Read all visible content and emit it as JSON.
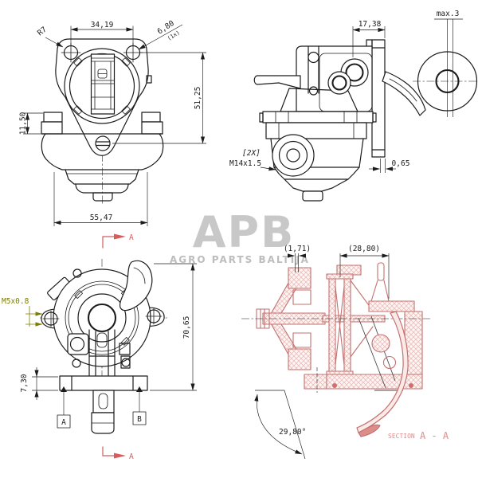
{
  "watermark": {
    "logo": "APB",
    "subtitle": "AGRO PARTS BALTIJA"
  },
  "front_view": {
    "dim_hole_spacing": "34,19",
    "dim_corner_radius": "R7",
    "dim_hole_diameter": "6,80",
    "dim_hole_qty": "(1x)",
    "dim_height": "51,25",
    "dim_ear_height": "11,50",
    "dim_body_width": "55,47"
  },
  "side_view": {
    "dim_depth": "17,38",
    "dim_max_stroke": "max.3",
    "dim_plate_gap": "0,65",
    "thread_qty": "[2X]",
    "thread_spec": "M14x1.5"
  },
  "top_view": {
    "thread_spec": "M5x0.8",
    "dim_height": "70,65",
    "dim_flange_thickness": "7,30",
    "section_arrow_label": "A",
    "datum_a": "A",
    "datum_b": "B"
  },
  "section_view": {
    "dim_ref_1": "(1,71)",
    "dim_ref_2": "(28,80)",
    "dim_lever_angle": "29,80°",
    "title_word": "SECTION",
    "title_id": "A - A"
  }
}
